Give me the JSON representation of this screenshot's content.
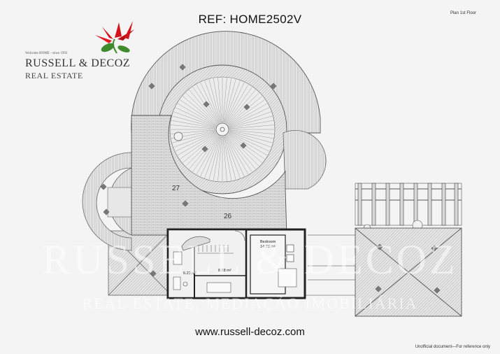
{
  "header": {
    "ref": "REF: HOME2502V",
    "plan_label": "Plan 1st Floor"
  },
  "brand": {
    "tagline": "Welcome HOME - since 1992",
    "name_line1": "RUSSELL & DECOZ",
    "name_line2": "REAL ESTATE"
  },
  "plan": {
    "area_27": "27",
    "area_26": "26",
    "bedroom_label": "Bedroom",
    "bedroom_area": "14.70 m²",
    "room_a_area": "6.20 m²",
    "room_b_area": "8.68 m²"
  },
  "watermark": {
    "line1": "RUSSELL & DECOZ",
    "line2": "REAL ESTATE, MEDIAÇÃO IMOBILIÁRIA"
  },
  "footer": {
    "website": "www.russell-decoz.com",
    "disclaimer": "Unofficial document—For reference only"
  },
  "colors": {
    "logo_red": "#d3121b",
    "logo_green": "#3f8a2a",
    "line": "#555555",
    "wall": "#222222",
    "hatch": "#d6d6d6"
  }
}
